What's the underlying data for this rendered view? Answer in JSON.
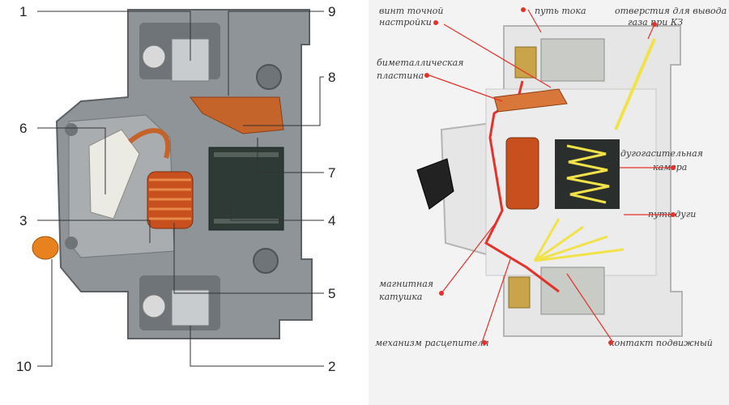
{
  "left_diagram": {
    "callouts": [
      "1",
      "9",
      "8",
      "6",
      "7",
      "3",
      "4",
      "5",
      "10",
      "2"
    ]
  },
  "right_diagram": {
    "labels": {
      "adjust_screw": [
        "винт точной",
        "настройки"
      ],
      "current_path": [
        "путь тока"
      ],
      "gas_vents": [
        "отверстия для вывода",
        "газа при КЗ"
      ],
      "bimetal": [
        "биметаллическая",
        "пластина"
      ],
      "arc_chamber": [
        "дугогасительная",
        "камера"
      ],
      "arc_path": [
        "путь дуги"
      ],
      "coil": [
        "магнитная",
        "катушка"
      ],
      "release": [
        "механизм расцепителя"
      ],
      "moving_contact": [
        "контакт подвижный"
      ]
    }
  },
  "colors": {
    "housing": "#8e9498",
    "housing_dark": "#6e7478",
    "copper": "#c4632a",
    "coil": "#c8501e",
    "arc": "#f2e24a",
    "red_path": "#e4322b",
    "label_dot": "#e4322b"
  }
}
